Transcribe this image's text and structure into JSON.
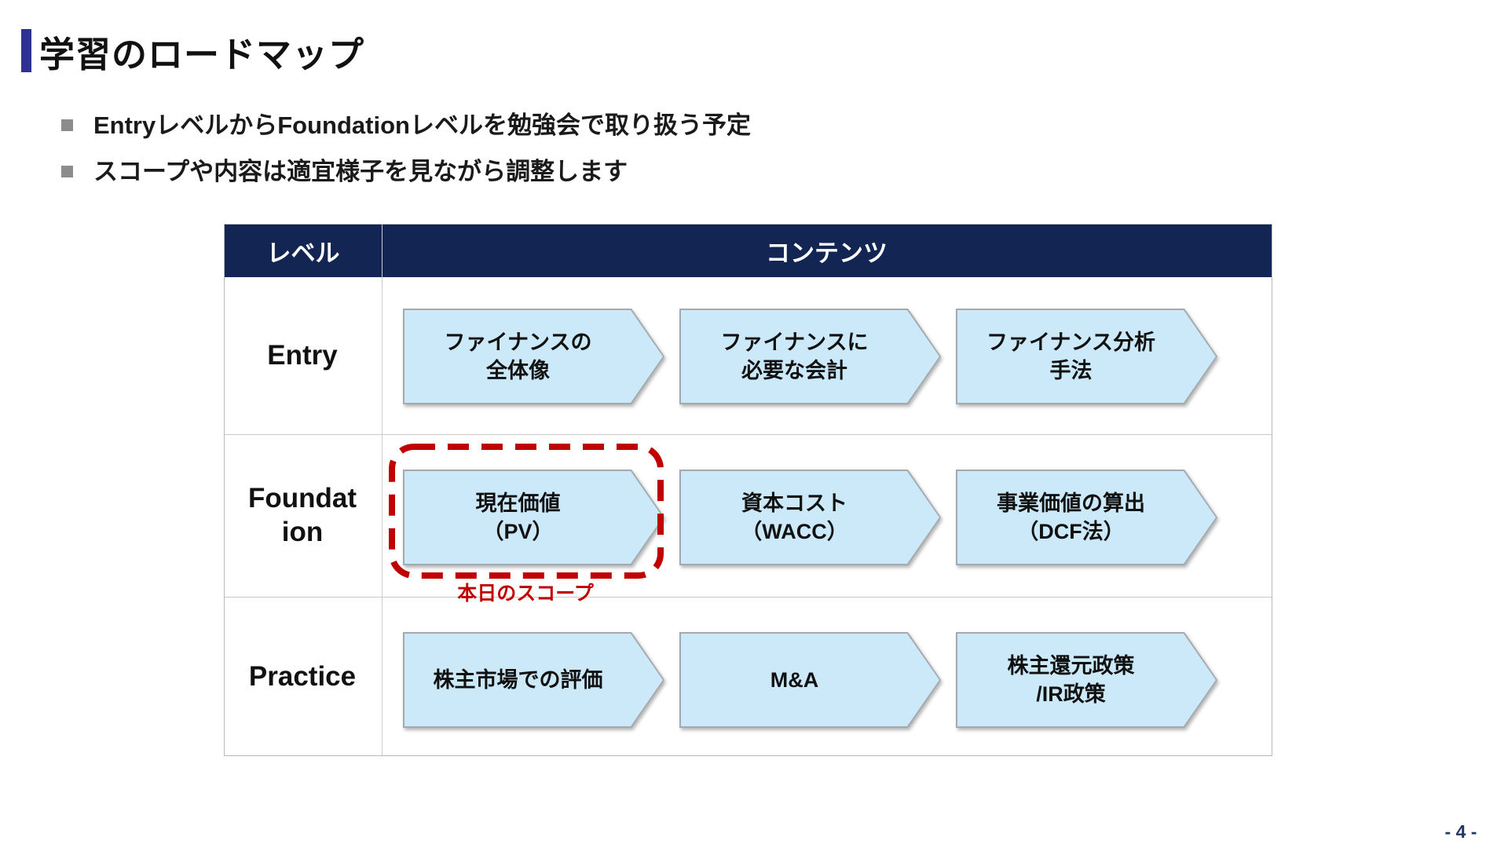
{
  "slide": {
    "title": "学習のロードマップ",
    "page_number": "- 4 -",
    "bullets": [
      "EntryレベルからFoundationレベルを勉強会で取り扱う予定",
      "スコープや内容は適宜様子を見ながら調整します"
    ],
    "table": {
      "header": {
        "level": "レベル",
        "contents": "コンテンツ"
      },
      "rows": [
        {
          "level_lines": [
            "Entry"
          ],
          "items": [
            {
              "lines": [
                "ファイナンスの",
                "全体像"
              ]
            },
            {
              "lines": [
                "ファイナンスに",
                "必要な会計"
              ]
            },
            {
              "lines": [
                "ファイナンス分析",
                "手法"
              ]
            }
          ]
        },
        {
          "level_lines": [
            "Foundat",
            "ion"
          ],
          "items": [
            {
              "lines": [
                "現在価値",
                "（PV）"
              ]
            },
            {
              "lines": [
                "資本コスト",
                "（WACC）"
              ]
            },
            {
              "lines": [
                "事業価値の算出",
                "（DCF法）"
              ]
            }
          ]
        },
        {
          "level_lines": [
            "Practice"
          ],
          "items": [
            {
              "lines": [
                "株主市場での評価"
              ]
            },
            {
              "lines": [
                "M&A"
              ]
            },
            {
              "lines": [
                "株主還元政策",
                "/IR政策"
              ]
            }
          ]
        }
      ]
    },
    "scope_label": "本日のスコープ",
    "colors": {
      "title_accent_bar": "#2E3192",
      "table_header_navy": "#132553",
      "chevron_fill": "#CBE9F9",
      "chevron_border": "#A3A9AE",
      "scope_red": "#C00000",
      "bullet_gray": "#8C8C8C",
      "page_number_navy": "#1F3864"
    }
  }
}
